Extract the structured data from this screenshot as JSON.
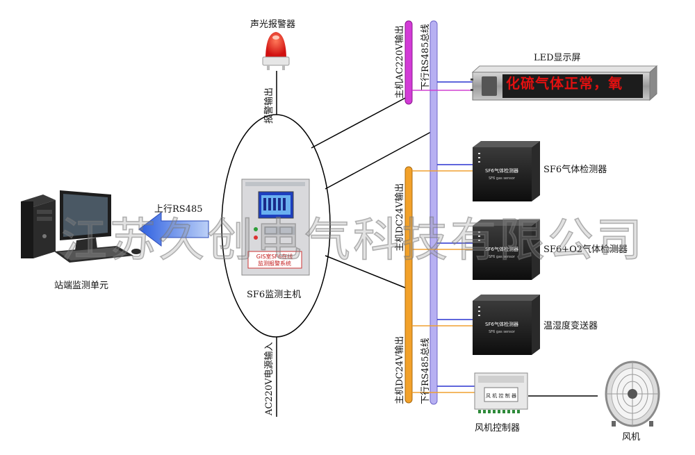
{
  "nodes": {
    "alarm": "声光报警器",
    "alarm_output": "报警输出",
    "led": "LED显示屏",
    "led_message": "化硫气体正常，氧",
    "workstation": "站端监测单元",
    "uplink": "上行RS485",
    "host": "SF6监测主机",
    "host_panel_title": "GIS室SF6在线",
    "host_panel_sub": "监测报警系统",
    "power_in": "AC220V电源输入",
    "ac_out": "主机AC220V输出",
    "bus_top": "下行RS485总线",
    "dc_out_1": "主机DC24V输出",
    "dc_out_2": "主机DC24V输出",
    "bus_bottom": "下行RS485总线",
    "detector1": "SF6气体检测器",
    "detector2": "SF6+O2气体检测器",
    "detector3": "温湿度变送器",
    "fan_ctrl": "风机控制器",
    "fan": "风机",
    "device_plate": "SF6气体检测器",
    "device_plate_sub": "SF6 gas sensor",
    "fan_ctrl_plate": "风 机 控 制 器",
    "watermark": "江苏久创电气科技有限公司"
  },
  "colors": {
    "rs485_bus": "#b7b0f2",
    "ac_bar": "#d23bd6",
    "dc_bar": "#f2a12a",
    "blue_wire": "#2a34d0",
    "orange_wire": "#f0a030",
    "magenta_wire": "#d040d0",
    "arrow": "#3f6ee0"
  }
}
